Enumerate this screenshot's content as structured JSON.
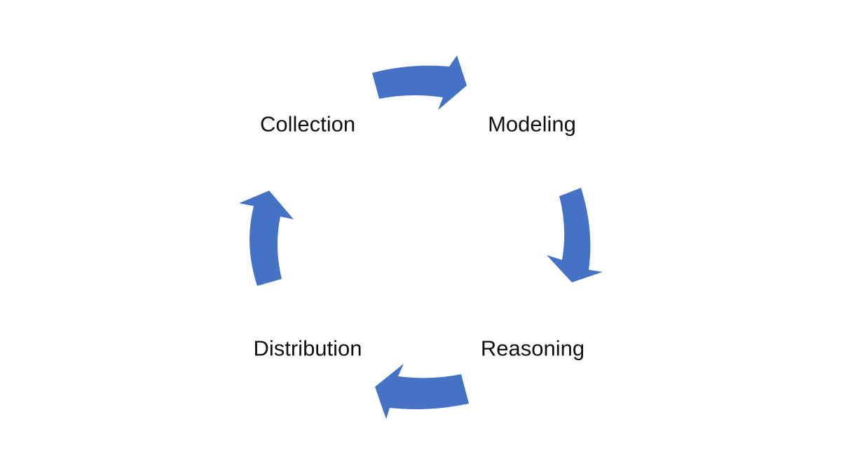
{
  "stages": [
    {
      "label": "Collection"
    },
    {
      "label": "Modeling"
    },
    {
      "label": "Reasoning"
    },
    {
      "label": "Distribution"
    }
  ],
  "colors": {
    "arrow": "#4472C4",
    "text": "#111111",
    "background": "#ffffff"
  },
  "icons": [
    "curved-arrow-icon"
  ]
}
